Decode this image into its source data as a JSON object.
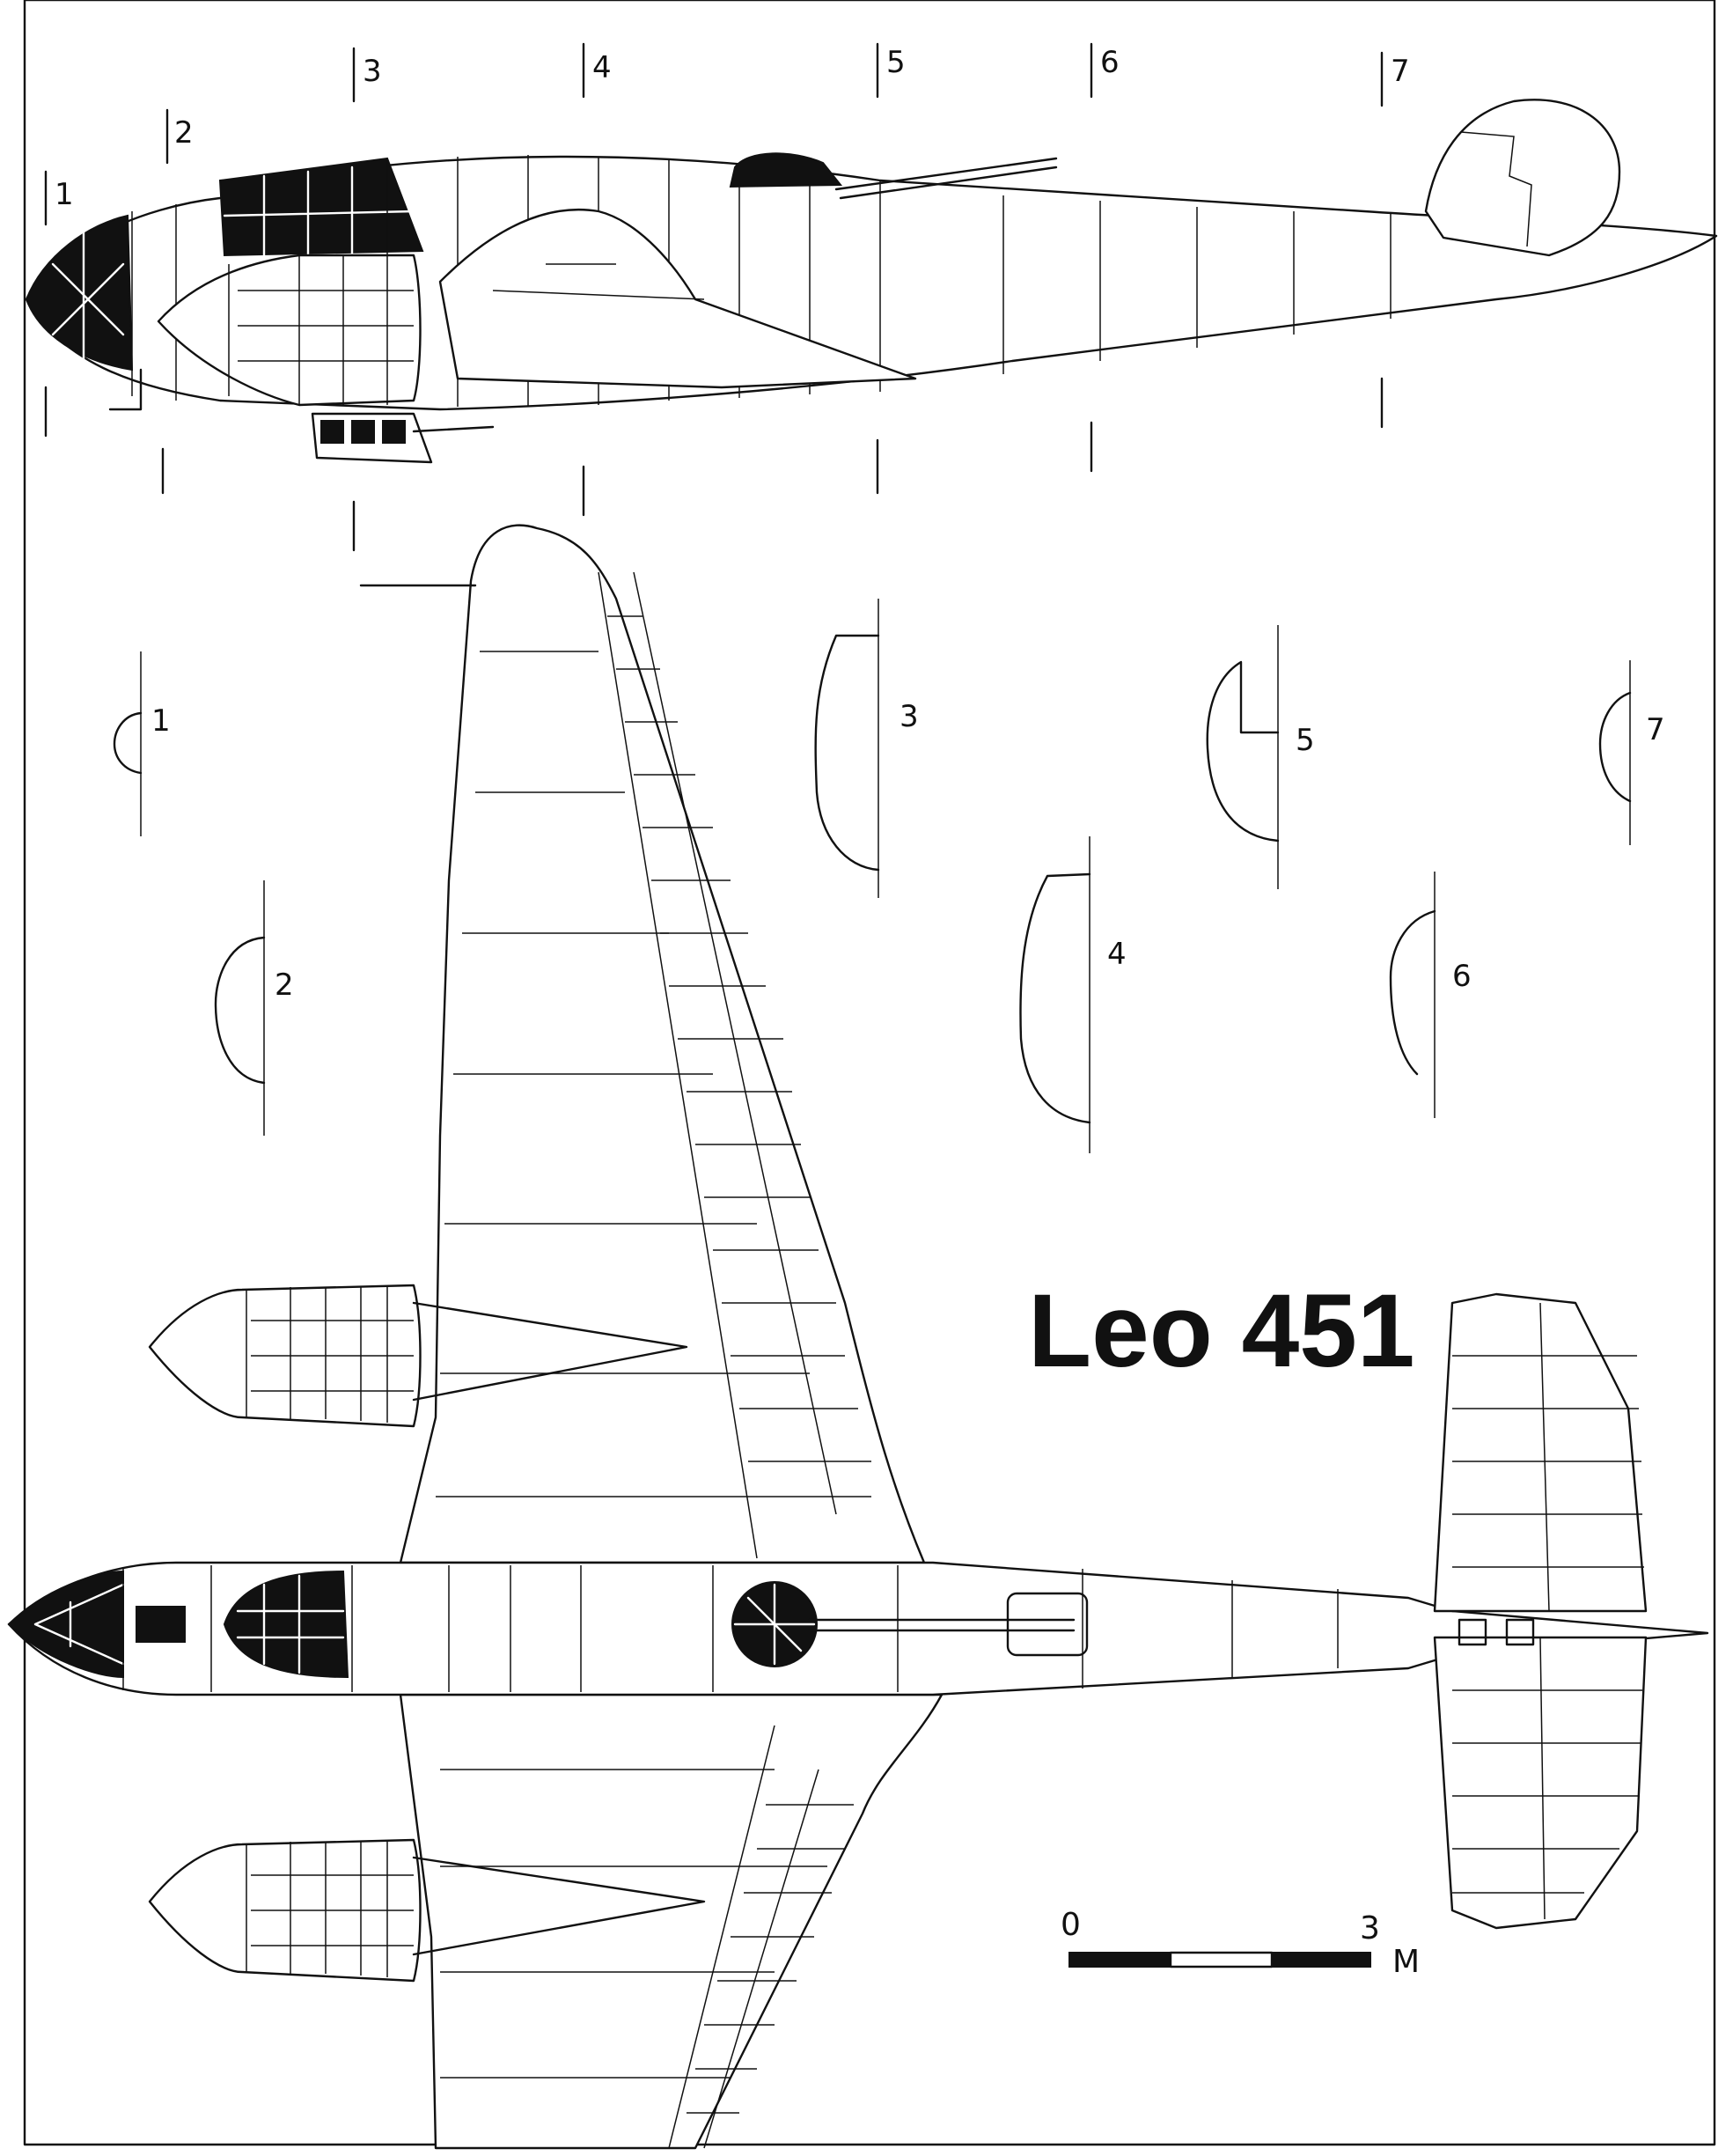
{
  "title": "Leo 451",
  "section_labels": [
    "1",
    "2",
    "3",
    "4",
    "5",
    "6",
    "7"
  ],
  "scale": {
    "start": "0",
    "end": "3",
    "unit": "M"
  }
}
